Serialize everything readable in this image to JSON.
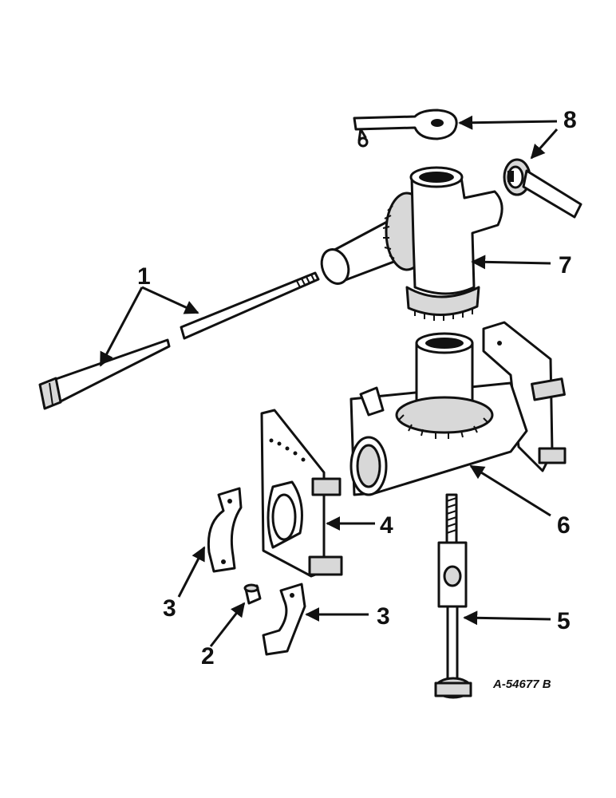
{
  "callouts": {
    "c1": "1",
    "c2": "2",
    "c3a": "3",
    "c3b": "3",
    "c4": "4",
    "c5": "5",
    "c6": "6",
    "c7": "7",
    "c8": "8"
  },
  "reference_code": "A-54677 B"
}
